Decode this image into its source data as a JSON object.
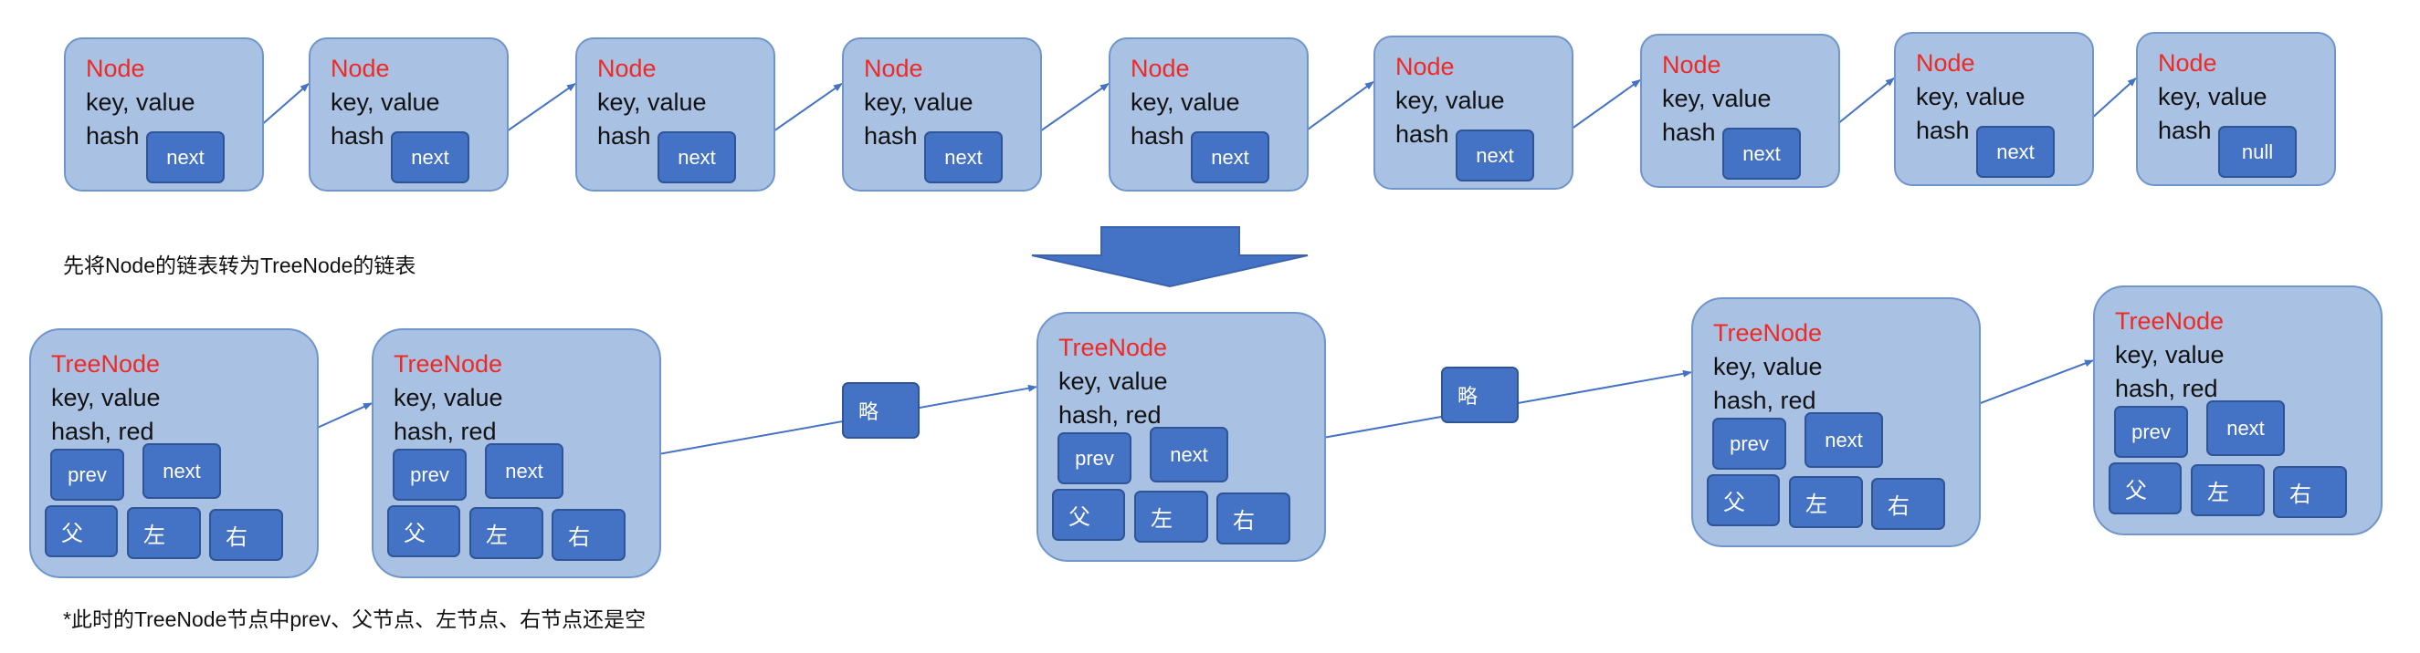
{
  "linked_list": {
    "nodes": [
      {
        "title": "Node",
        "line1": "key,  value",
        "hash_label": "hash",
        "pointer": "next"
      },
      {
        "title": "Node",
        "line1": "key,  value",
        "hash_label": "hash",
        "pointer": "next"
      },
      {
        "title": "Node",
        "line1": "key,  value",
        "hash_label": "hash",
        "pointer": "next"
      },
      {
        "title": "Node",
        "line1": "key,  value",
        "hash_label": "hash",
        "pointer": "next"
      },
      {
        "title": "Node",
        "line1": "key,  value",
        "hash_label": "hash",
        "pointer": "next"
      },
      {
        "title": "Node",
        "line1": "key,  value",
        "hash_label": "hash",
        "pointer": "next"
      },
      {
        "title": "Node",
        "line1": "key,  value",
        "hash_label": "hash",
        "pointer": "next"
      },
      {
        "title": "Node",
        "line1": "key,  value",
        "hash_label": "hash",
        "pointer": "next"
      },
      {
        "title": "Node",
        "line1": "key,  value",
        "hash_label": "hash",
        "pointer": "null"
      }
    ]
  },
  "step_note": "先将Node的链表转为TreeNode的链表",
  "tree_list": {
    "nodes": [
      {
        "title": "TreeNode",
        "line1": "key,  value",
        "line2": "hash,  red",
        "prev": "prev",
        "next": "next",
        "parent": "父",
        "left": "左",
        "right": "右"
      },
      {
        "title": "TreeNode",
        "line1": "key,  value",
        "line2": "hash,  red",
        "prev": "prev",
        "next": "next",
        "parent": "父",
        "left": "左",
        "right": "右"
      },
      {
        "title": "TreeNode",
        "line1": "key,  value",
        "line2": "hash,  red",
        "prev": "prev",
        "next": "next",
        "parent": "父",
        "left": "左",
        "right": "右"
      },
      {
        "title": "TreeNode",
        "line1": "key,  value",
        "line2": "hash,  red",
        "prev": "prev",
        "next": "next",
        "parent": "父",
        "left": "左",
        "right": "右"
      },
      {
        "title": "TreeNode",
        "line1": "key,  value",
        "line2": "hash,  red",
        "prev": "prev",
        "next": "next",
        "parent": "父",
        "left": "左",
        "right": "右"
      }
    ],
    "omitted": [
      "略",
      "略"
    ]
  },
  "footnote": "*此时的TreeNode节点中prev、父节点、左节点、右节点还是空",
  "colors": {
    "node_fill": "#a9c1e3",
    "node_border": "#6f95cb",
    "pointer_fill": "#4472c4",
    "title_red": "#ee2a25",
    "arrow": "#4472c4"
  }
}
